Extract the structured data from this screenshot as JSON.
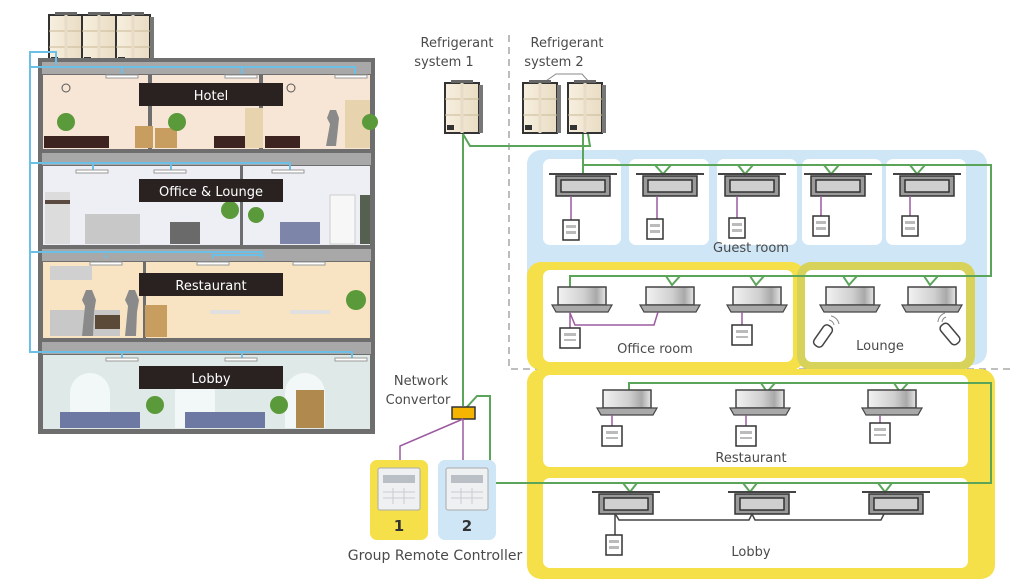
{
  "diagram": {
    "type": "air-conditioning-system-layout",
    "colors": {
      "refrigerant_pipe": "#5aa55a",
      "control_wire": "#9b5aa0",
      "building_pipe": "#6cc0e8",
      "guest_zone": "#cfe6f7",
      "yellow_zone": "#f6e049",
      "lounge_zone": "#d7d25a",
      "network_convertor": "#f4b400",
      "floor_label_bg": "#2a2220"
    },
    "building": {
      "floors": [
        {
          "id": "hotel",
          "label": "Hotel"
        },
        {
          "id": "office",
          "label": "Office & Lounge"
        },
        {
          "id": "restaurant",
          "label": "Restaurant"
        },
        {
          "id": "lobby",
          "label": "Lobby"
        }
      ],
      "outdoor_units_on_roof": 3
    },
    "refrigerant_systems": [
      {
        "id": 1,
        "label_line1": "Refrigerant",
        "label_line2": "system 1",
        "outdoor_units": 1
      },
      {
        "id": 2,
        "label_line1": "Refrigerant",
        "label_line2": "system 2",
        "outdoor_units": 2
      }
    ],
    "zones": [
      {
        "id": "guest-room",
        "label": "Guest room",
        "indoor_units": 5,
        "controller": "wired-remote",
        "system": 2
      },
      {
        "id": "office-room",
        "label": "Office room",
        "indoor_units": 3,
        "controller": "wired-remote",
        "system": 2
      },
      {
        "id": "lounge",
        "label": "Lounge",
        "indoor_units": 2,
        "controller": "wireless-remote",
        "system": 2
      },
      {
        "id": "restaurant",
        "label": "Restaurant",
        "indoor_units": 3,
        "controller": "wired-remote",
        "system": 1
      },
      {
        "id": "lobby",
        "label": "Lobby",
        "indoor_units": 3,
        "controller": "wired-remote",
        "system": 1
      }
    ],
    "network_convertor": {
      "label_line1": "Network",
      "label_line2": "Convertor"
    },
    "group_remote_controllers": {
      "label": "Group Remote Controller",
      "items": [
        {
          "number": "1",
          "group_color": "yellow"
        },
        {
          "number": "2",
          "group_color": "blue"
        }
      ]
    }
  }
}
